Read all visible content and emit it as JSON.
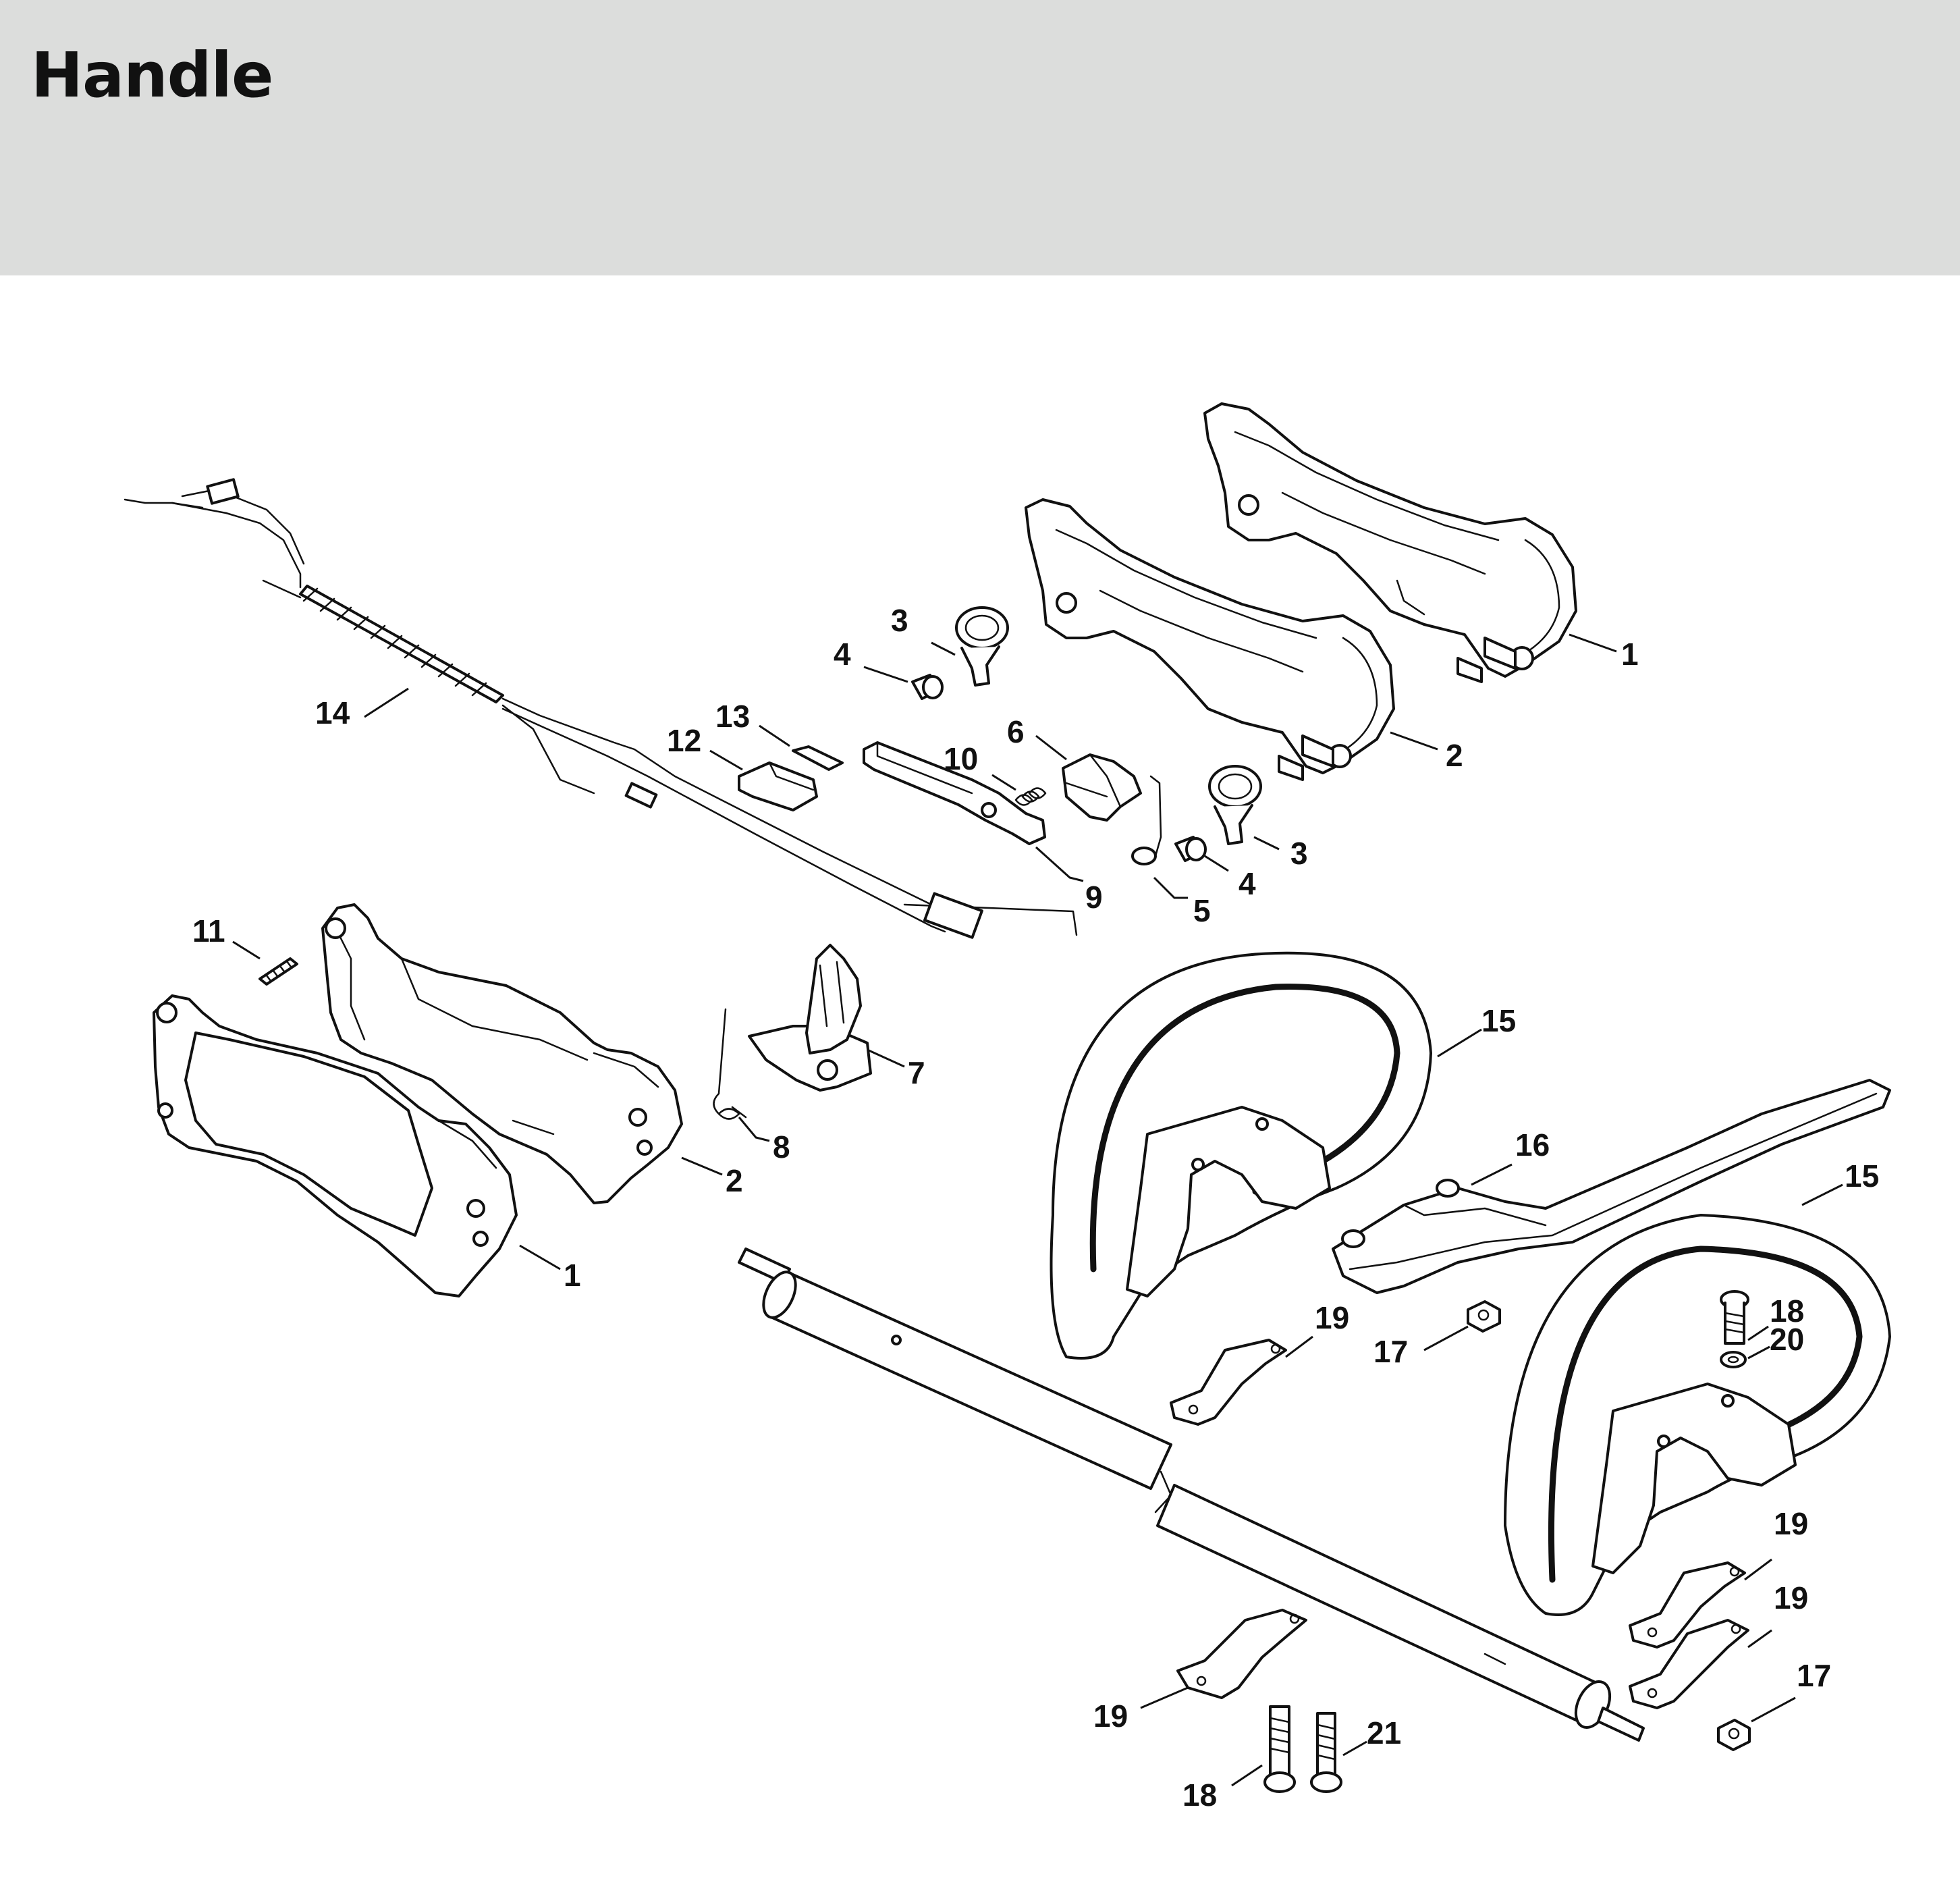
{
  "header": {
    "title": "Handle"
  },
  "callouts": [
    {
      "id": "c1a",
      "label": "1"
    },
    {
      "id": "c2a",
      "label": "2"
    },
    {
      "id": "c3a",
      "label": "3"
    },
    {
      "id": "c4a",
      "label": "4"
    },
    {
      "id": "c3b",
      "label": "3"
    },
    {
      "id": "c4b",
      "label": "4"
    },
    {
      "id": "c5",
      "label": "5"
    },
    {
      "id": "c6",
      "label": "6"
    },
    {
      "id": "c9",
      "label": "9"
    },
    {
      "id": "c10",
      "label": "10"
    },
    {
      "id": "c12",
      "label": "12"
    },
    {
      "id": "c13",
      "label": "13"
    },
    {
      "id": "c14",
      "label": "14"
    },
    {
      "id": "c11",
      "label": "11"
    },
    {
      "id": "c7",
      "label": "7"
    },
    {
      "id": "c8",
      "label": "8"
    },
    {
      "id": "c2b",
      "label": "2"
    },
    {
      "id": "c1b",
      "label": "1"
    },
    {
      "id": "c15a",
      "label": "15"
    },
    {
      "id": "c16",
      "label": "16"
    },
    {
      "id": "c15b",
      "label": "15"
    },
    {
      "id": "c17a",
      "label": "17"
    },
    {
      "id": "c19a",
      "label": "19"
    },
    {
      "id": "c18a",
      "label": "18"
    },
    {
      "id": "c20",
      "label": "20"
    },
    {
      "id": "c19b",
      "label": "19"
    },
    {
      "id": "c19c",
      "label": "19"
    },
    {
      "id": "c17b",
      "label": "17"
    },
    {
      "id": "c19d",
      "label": "19"
    },
    {
      "id": "c18b",
      "label": "18"
    },
    {
      "id": "c21",
      "label": "21"
    }
  ]
}
